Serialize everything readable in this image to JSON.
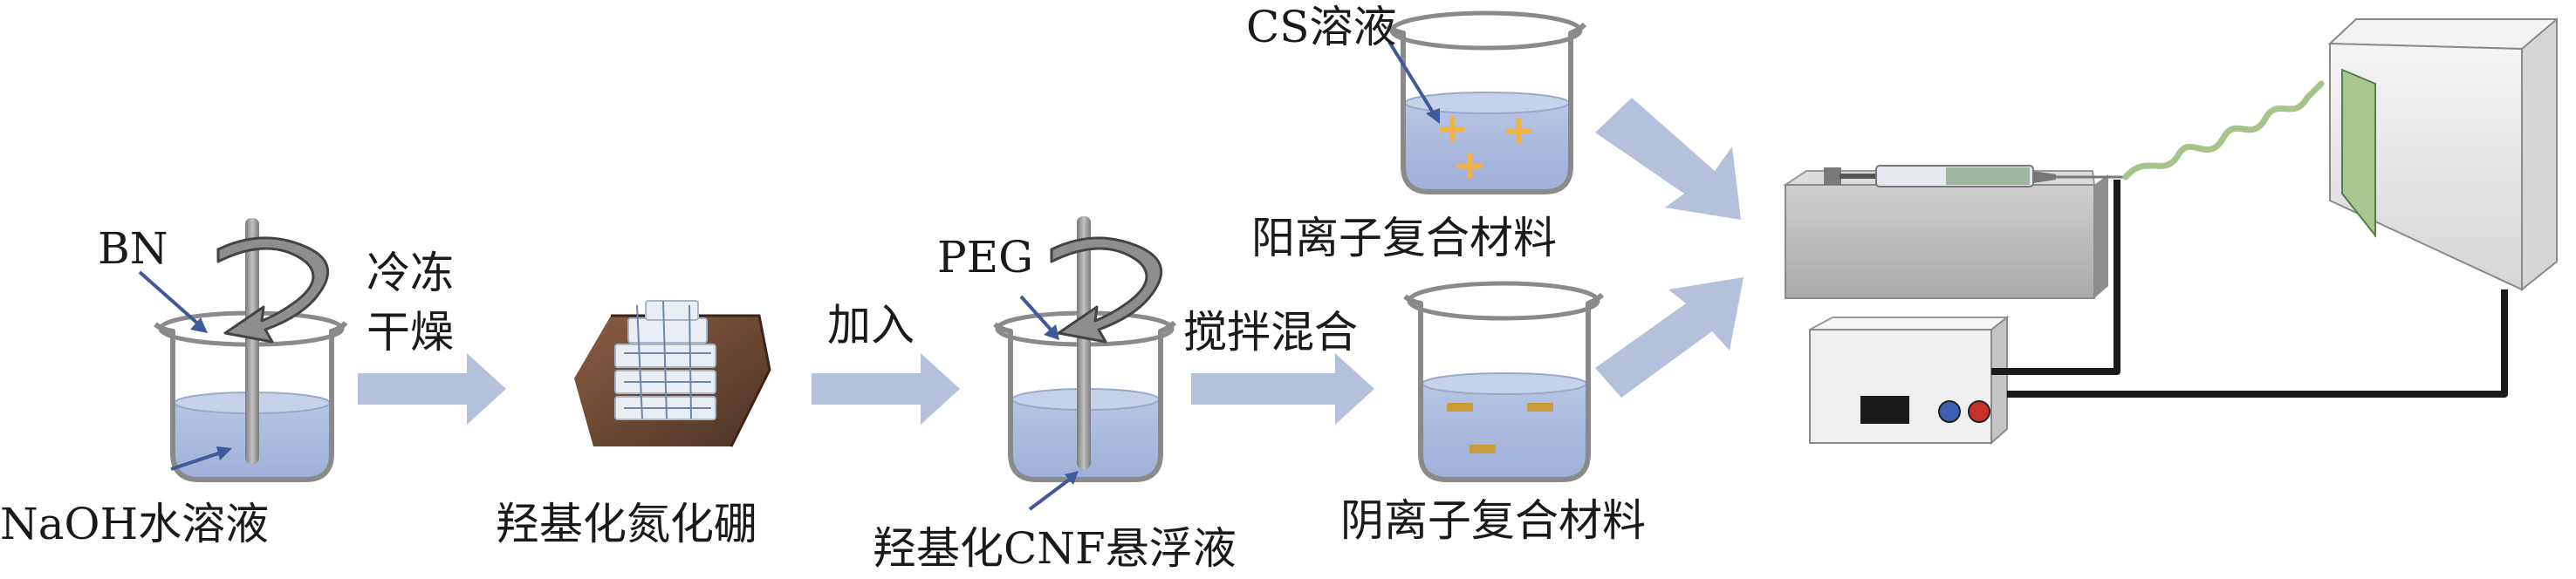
{
  "labels": {
    "bn": "BN",
    "naoh": "NaOH水溶液",
    "freeze_line1": "冷冻",
    "freeze_line2": "干燥",
    "hbn": "羟基化氮化硼",
    "add": "加入",
    "peg": "PEG",
    "cnf": "羟基化CNF悬浮液",
    "stir": "搅拌混合",
    "cs": "CS溶液",
    "cation": "阳离子复合材料",
    "anion": "阴离子复合材料"
  },
  "colors": {
    "arrow": "#b4c0dc",
    "liquid": "#aab8dc",
    "beaker_stroke": "#8a8a8a",
    "rod": "#909090",
    "pointer": "#3e5a9a",
    "positive_charge": "#f2b24a",
    "negative_charge": "#c99a3a",
    "boron_block": "#6b4a35",
    "pump_body": "#c8c8c8",
    "power_box": "#f0f0f0",
    "high_voltage_panel": "#a8c890",
    "wire": "#1a1a1a",
    "coil": "#a6c48a"
  },
  "icons": {
    "stir_arrow": "curved-rotation-arrow-icon",
    "syringe": "syringe-icon",
    "knob_blue": "blue-knob-icon",
    "knob_red": "red-knob-icon"
  }
}
